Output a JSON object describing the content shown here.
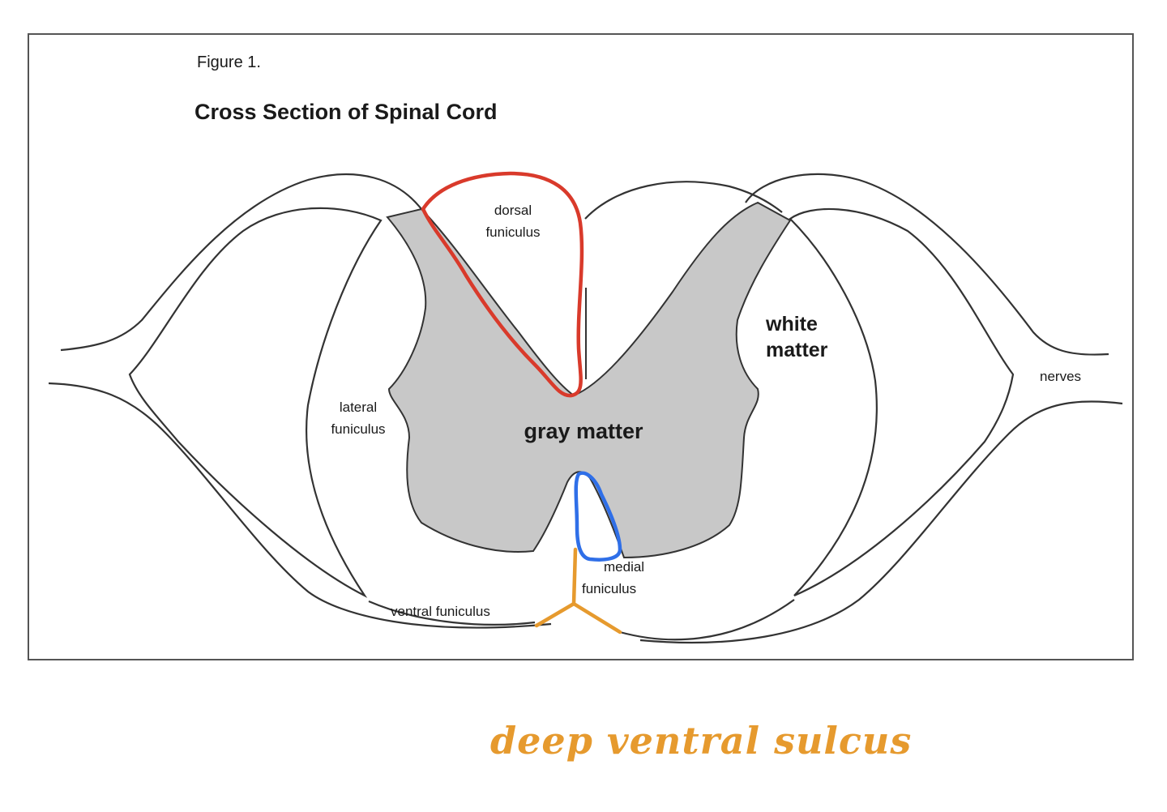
{
  "figure": {
    "figure_label": "Figure 1.",
    "title": "Cross Section of Spinal Cord"
  },
  "labels": {
    "dorsal_line1": "dorsal",
    "dorsal_line2": "funiculus",
    "lateral_line1": "lateral",
    "lateral_line2": "funiculus",
    "white_line1": "white",
    "white_line2": "matter",
    "gray_matter": "gray matter",
    "medial_line1": "medial",
    "medial_line2": "funiculus",
    "ventral": "ventral funiculus",
    "nerves": "nerves"
  },
  "annotation": {
    "handwritten": "deep ventral sulcus"
  },
  "colors": {
    "gray_matter_fill": "#c8c8c8",
    "outline": "#333333",
    "dorsal_highlight": "#d93a2b",
    "medial_highlight": "#2f6fe8",
    "sulcus_marker": "#e69a2e"
  }
}
